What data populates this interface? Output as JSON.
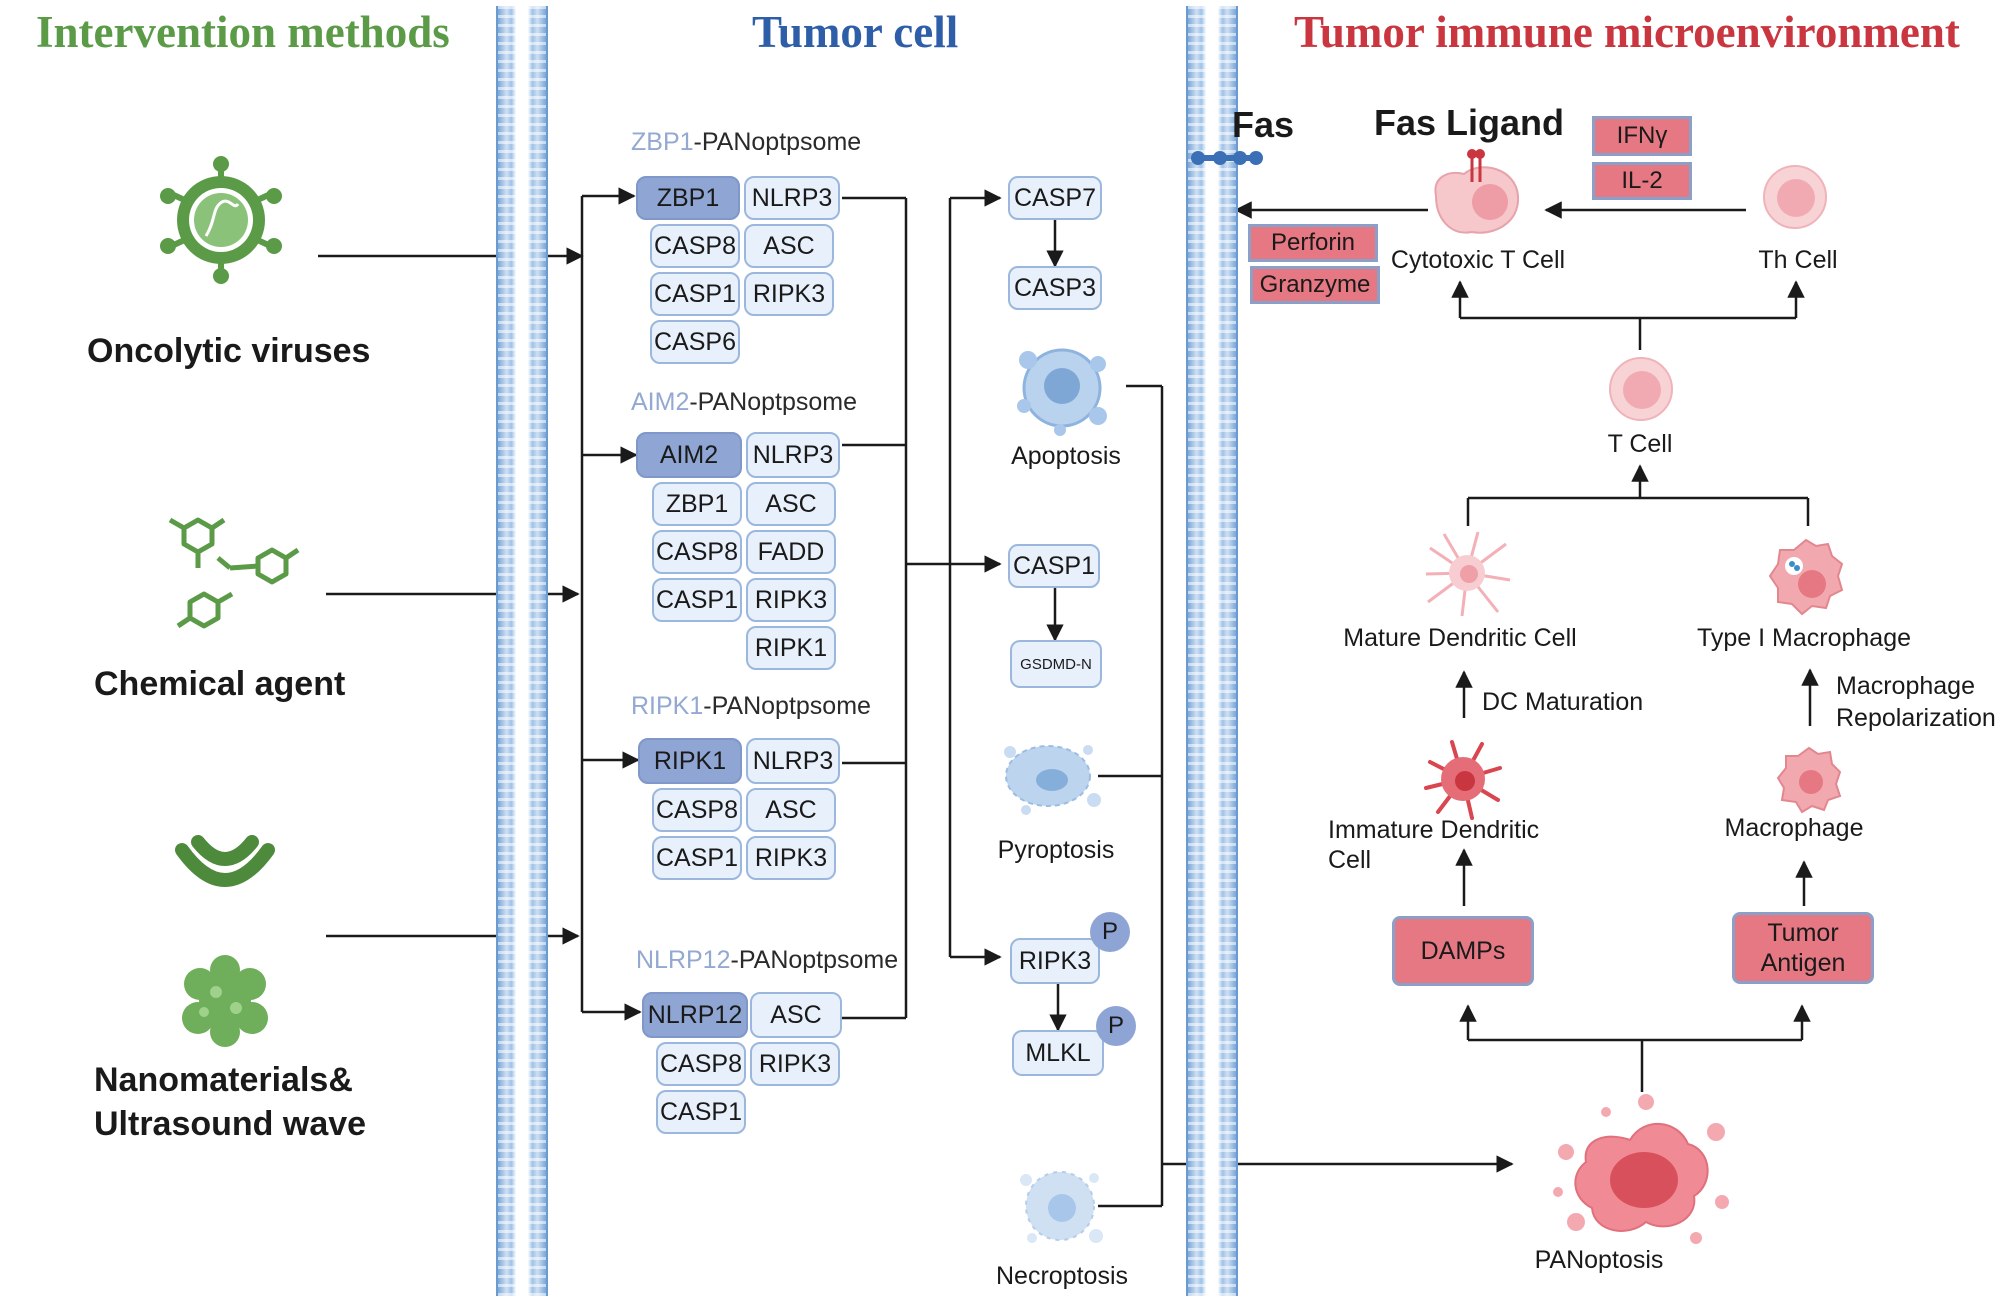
{
  "headers": {
    "intervention": "Intervention methods",
    "tumor_cell": "Tumor cell",
    "microenvironment": "Tumor immune microenvironment"
  },
  "colors": {
    "intervention": "#5b9a47",
    "tumor_cell": "#2f5ea8",
    "microenvironment": "#c9363f",
    "protein_box": "#e8f0fb",
    "protein_box_dark": "#8fa5d3",
    "immune_box": "#e57883"
  },
  "interventions": {
    "oncolytic_viruses": {
      "label": "Oncolytic viruses",
      "icon": "virus-icon"
    },
    "chemical_agent": {
      "label": "Chemical agent",
      "icon": "molecule-icon"
    },
    "nanomaterials": {
      "label_line1": "Nanomaterials&",
      "label_line2": "Ultrasound wave",
      "icons": [
        "ultrasound-wave-icon",
        "nanoparticle-icon"
      ]
    }
  },
  "complexes": {
    "zbp1": {
      "title_highlight": "ZBP1",
      "title_rest": "-PANoptpsome",
      "sensor": "ZBP1",
      "proteins": [
        "NLRP3",
        "CASP8",
        "ASC",
        "CASP1",
        "RIPK3",
        "CASP6"
      ]
    },
    "aim2": {
      "title_highlight": "AIM2",
      "title_rest": "-PANoptpsome",
      "sensor": "AIM2",
      "proteins": [
        "NLRP3",
        "ZBP1",
        "ASC",
        "CASP8",
        "FADD",
        "CASP1",
        "RIPK3",
        "RIPK1"
      ]
    },
    "ripk1": {
      "title_highlight": "RIPK1",
      "title_rest": "-PANoptpsome",
      "sensor": "RIPK1",
      "proteins": [
        "NLRP3",
        "CASP8",
        "ASC",
        "CASP1",
        "RIPK3"
      ]
    },
    "nlrp12": {
      "title_highlight": "NLRP12",
      "title_rest": "-PANoptpsome",
      "sensor": "NLRP12",
      "proteins": [
        "ASC",
        "CASP8",
        "RIPK3",
        "CASP1"
      ]
    }
  },
  "pathways": {
    "apoptosis": {
      "upstream": "CASP7",
      "downstream": "CASP3",
      "label": "Apoptosis"
    },
    "pyroptosis": {
      "upstream": "CASP1",
      "downstream": "GSDMD-N",
      "label": "Pyroptosis"
    },
    "necroptosis": {
      "upstream": "RIPK3",
      "downstream": "MLKL",
      "phospho": "P",
      "label": "Necroptosis"
    }
  },
  "microenv": {
    "fas": "Fas",
    "fas_ligand": "Fas Ligand",
    "ifng": "IFNγ",
    "il2": "IL-2",
    "perforin": "Perforin",
    "granzyme": "Granzyme",
    "cytotoxic_t_cell": "Cytotoxic T Cell",
    "th_cell": "Th Cell",
    "t_cell": "T Cell",
    "mature_dc": "Mature Dendritic Cell",
    "type1_macrophage": "Type I Macrophage",
    "dc_maturation": "DC Maturation",
    "macrophage_repolarization_line1": "Macrophage",
    "macrophage_repolarization_line2": "Repolarization",
    "immature_dc_line1": "Immature Dendritic",
    "immature_dc_line2": "Cell",
    "macrophage": "Macrophage",
    "damps": "DAMPs",
    "tumor_antigen_line1": "Tumor",
    "tumor_antigen_line2": "Antigen",
    "panoptosis": "PANoptosis"
  }
}
